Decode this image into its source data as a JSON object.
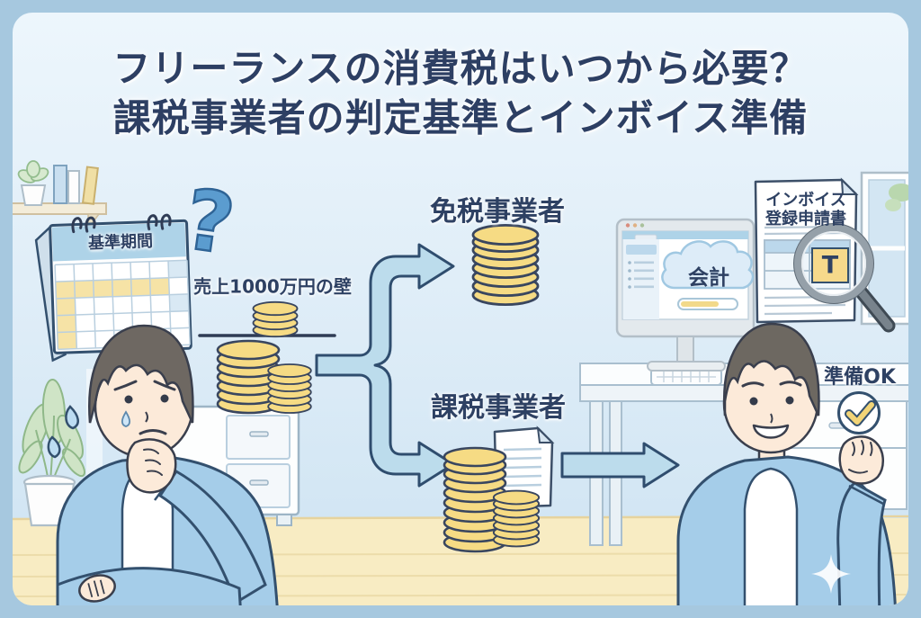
{
  "title": {
    "line1": "フリーランスの消費税はいつから必要？",
    "line2": "課税事業者の判定基準とインボイス準備"
  },
  "scene": {
    "question_mark": "?",
    "calendar": {
      "header": "基準期間"
    },
    "threshold": {
      "label": "売上1000万円の壁"
    },
    "branch_exempt": {
      "label": "免税事業者"
    },
    "branch_taxable": {
      "label": "課税事業者"
    },
    "accounting_cloud": {
      "label": "会計"
    },
    "invoice_document": {
      "title_line1": "インボイス",
      "title_line2": "登録申請書",
      "registration_mark": "T"
    },
    "ready_badge": {
      "label": "準備OK"
    }
  },
  "colors": {
    "frame_border": "#a6c8df",
    "background_top": "#edf6fc",
    "background_bottom": "#cde3f2",
    "floor": "#f8ecc3",
    "title_text": "#2d3f63",
    "cardigan_blue": "#a5cde9",
    "arrow_fill": "#bcdcec",
    "arrow_outline": "#2f4d6e",
    "coin_yellow": "#f6db84",
    "highlight_yellow": "#f6d98b",
    "question_blue": "#5b9ccf",
    "check_yellow": "#f2d477",
    "outline_navy": "#33506e",
    "skin": "#fcead9",
    "hair": "#6e6862",
    "plant_green": "#cfe4c6"
  }
}
